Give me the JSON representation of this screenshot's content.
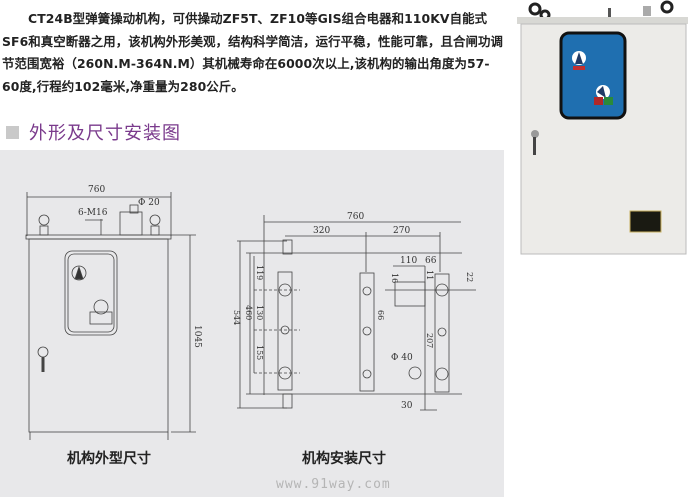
{
  "intro": {
    "paragraph": "CT24B型弹簧操动机构，可供操动ZF5T、ZF10等GIS组合电器和110KV自能式SF6和真空断器之用，该机构外形美观，结构科学简洁，运行平稳，性能可靠，且合闸功调节范围宽裕（260N.M-364N.M）其机械寿命在6000次以上,该机构的输出角度为57-60度,行程约102毫米,净重量为280公斤。"
  },
  "section": {
    "title": "外形及尺寸安装图"
  },
  "drawing_outline": {
    "caption": "机构外型尺寸",
    "dims": {
      "width": "760",
      "bolts": "6-M16",
      "shaft": "Φ 20",
      "height": "1045"
    }
  },
  "drawing_install": {
    "caption": "机构安装尺寸",
    "dims": {
      "width": "760",
      "left_span": "320",
      "right_span": "270",
      "d110": "110",
      "d66a": "66",
      "d22": "22",
      "d16": "16",
      "d11": "11",
      "d66b": "66",
      "d207": "207",
      "hole": "Φ 40",
      "d30": "30",
      "d544": "544",
      "d460": "460",
      "d119": "119",
      "d130": "130",
      "d155": "155"
    }
  },
  "watermark": "www.91way.com",
  "colors": {
    "heading": "#7a3a8c",
    "panel": "#e8e8ea",
    "window": "#1f6fb0"
  }
}
